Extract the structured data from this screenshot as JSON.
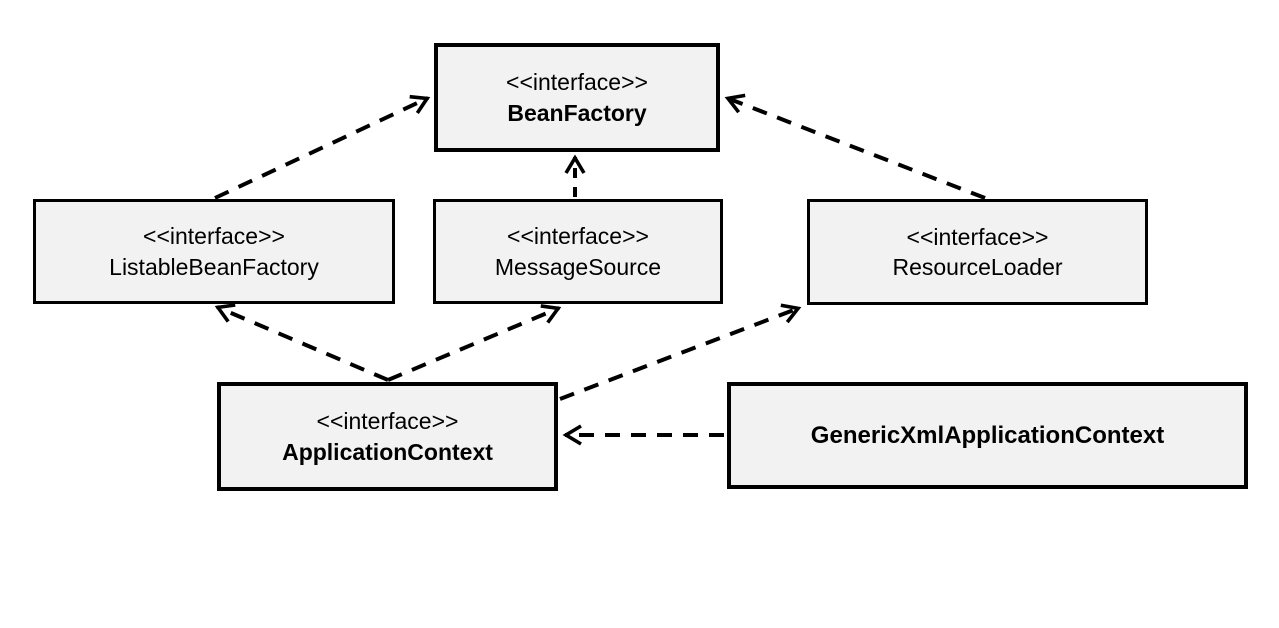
{
  "diagram": {
    "type": "uml-class-diagram",
    "background_color": "#ffffff",
    "node_fill_color": "#f2f2f2",
    "node_border_color": "#000000",
    "edge_color": "#000000",
    "edge_style": "dashed-open-arrowhead",
    "nodes": [
      {
        "id": "bean-factory",
        "stereotype": "<<interface>>",
        "name": "BeanFactory",
        "bold": true
      },
      {
        "id": "listable-bean-factory",
        "stereotype": "<<interface>>",
        "name": "ListableBeanFactory",
        "bold": false
      },
      {
        "id": "message-source",
        "stereotype": "<<interface>>",
        "name": "MessageSource",
        "bold": false
      },
      {
        "id": "resource-loader",
        "stereotype": "<<interface>>",
        "name": "ResourceLoader",
        "bold": false
      },
      {
        "id": "application-context",
        "stereotype": "<<interface>>",
        "name": "ApplicationContext",
        "bold": true
      },
      {
        "id": "generic-xml-application-context",
        "stereotype": "",
        "name": "GenericXmlApplicationContext",
        "bold": true
      }
    ],
    "edges": [
      {
        "from": "ListableBeanFactory",
        "to": "BeanFactory",
        "style": "dashed",
        "arrowhead": "open"
      },
      {
        "from": "MessageSource",
        "to": "BeanFactory",
        "style": "dashed",
        "arrowhead": "open"
      },
      {
        "from": "ResourceLoader",
        "to": "BeanFactory",
        "style": "dashed",
        "arrowhead": "open"
      },
      {
        "from": "ApplicationContext",
        "to": "ListableBeanFactory",
        "style": "dashed",
        "arrowhead": "open"
      },
      {
        "from": "ApplicationContext",
        "to": "MessageSource",
        "style": "dashed",
        "arrowhead": "open"
      },
      {
        "from": "ApplicationContext",
        "to": "ResourceLoader",
        "style": "dashed",
        "arrowhead": "open"
      },
      {
        "from": "GenericXmlApplicationContext",
        "to": "ApplicationContext",
        "style": "dashed",
        "arrowhead": "open"
      }
    ]
  }
}
